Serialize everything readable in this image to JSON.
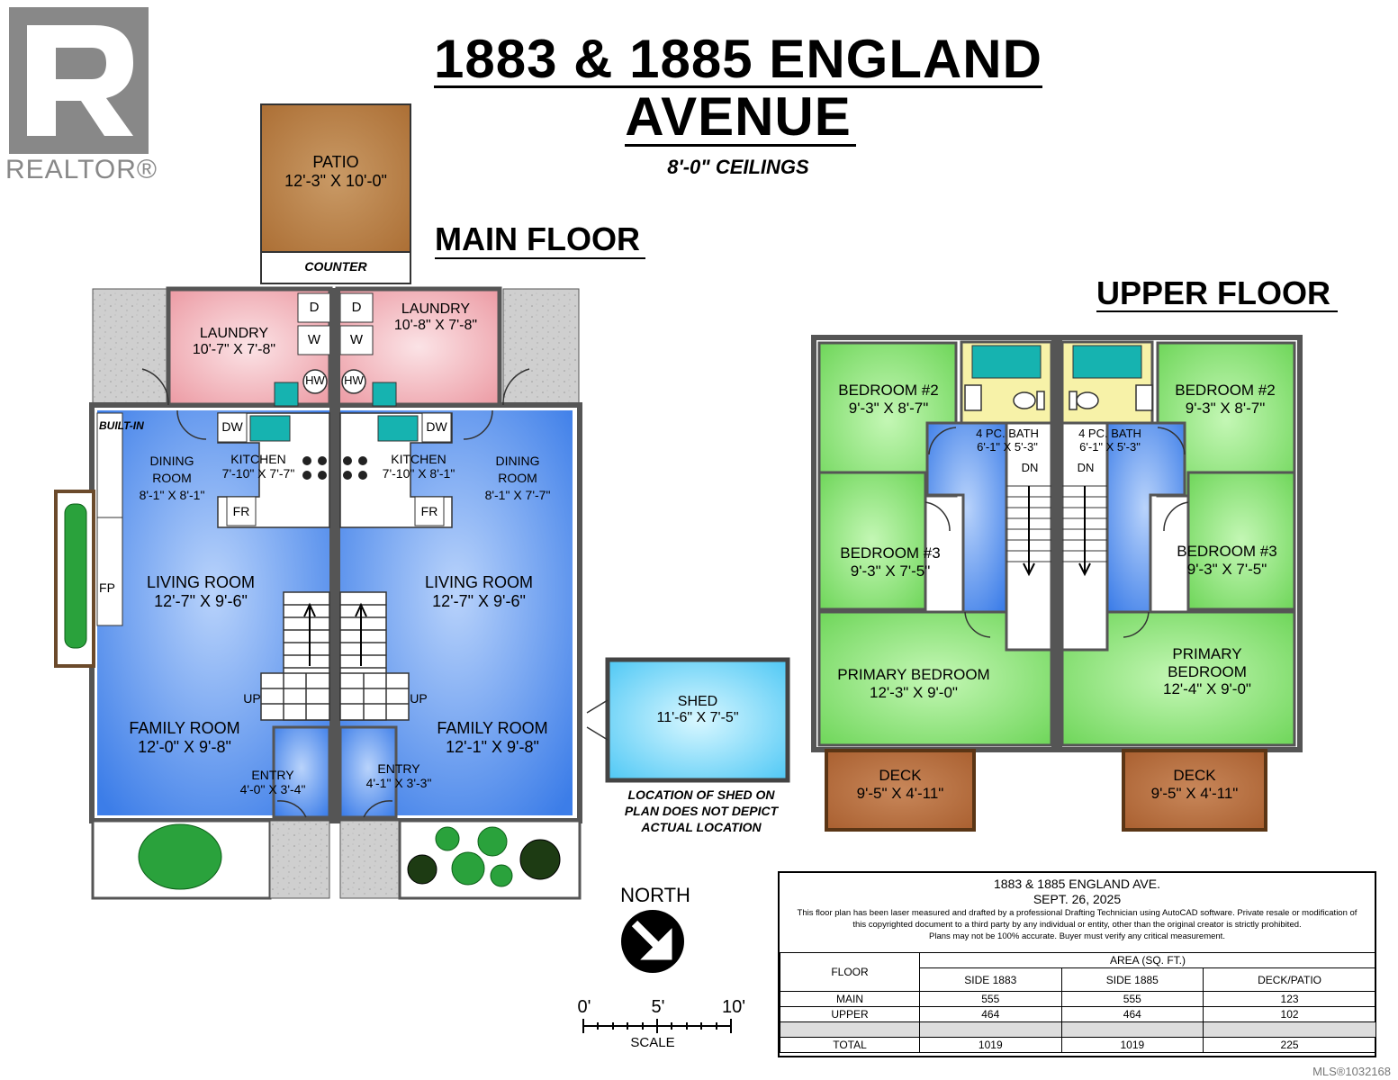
{
  "brand": {
    "name": "REALTOR®",
    "icon": "realtor-r-logo"
  },
  "title": {
    "line1": "1883 & 1885 ENGLAND",
    "line2": "AVENUE",
    "ceilings": "8'-0\" CEILINGS"
  },
  "floors": {
    "main": "MAIN FLOOR",
    "upper": "UPPER FLOOR"
  },
  "main_floor": {
    "patio": {
      "name": "PATIO",
      "dims": "12'-3\" X 10'-0\""
    },
    "counter": "COUNTER",
    "built_in": "BUILT-IN",
    "fireplace": "FP",
    "left": {
      "laundry": {
        "name": "LAUNDRY",
        "dims": "10'-7\" X 7'-8\""
      },
      "kitchen": {
        "name": "KITCHEN",
        "dims": "7'-10\" X 7'-7\""
      },
      "dining": {
        "name": "DINING",
        "name2": "ROOM",
        "dims": "8'-1\" X 8'-1\""
      },
      "living": {
        "name": "LIVING ROOM",
        "dims": "12'-7\" X 9'-6\""
      },
      "family": {
        "name": "FAMILY ROOM",
        "dims": "12'-0\" X 9'-8\""
      },
      "entry": {
        "name": "ENTRY",
        "dims": "4'-0\" X 3'-4\""
      },
      "up": "UP"
    },
    "right": {
      "laundry": {
        "name": "LAUNDRY",
        "dims": "10'-8\" X 7'-8\""
      },
      "kitchen": {
        "name": "KITCHEN",
        "dims": "7'-10\" X 8'-1\""
      },
      "dining": {
        "name": "DINING",
        "name2": "ROOM",
        "dims": "8'-1\" X 7'-7\""
      },
      "living": {
        "name": "LIVING ROOM",
        "dims": "12'-7\" X 9'-6\""
      },
      "family": {
        "name": "FAMILY ROOM",
        "dims": "12'-1\" X 9'-8\""
      },
      "entry": {
        "name": "ENTRY",
        "dims": "4'-1\" X 3'-3\""
      },
      "up": "UP"
    },
    "appliances": {
      "dryer": "D",
      "washer": "W",
      "hot_water": "HW",
      "dishwasher": "DW",
      "fridge": "FR"
    }
  },
  "shed": {
    "name": "SHED",
    "dims": "11'-6\" X 7'-5\"",
    "note": [
      "LOCATION OF SHED ON",
      "PLAN DOES NOT DEPICT",
      "ACTUAL LOCATION"
    ]
  },
  "upper_floor": {
    "left": {
      "bed2": {
        "name": "BEDROOM #2",
        "dims": "9'-3\" X 8'-7\""
      },
      "bed3": {
        "name": "BEDROOM #3",
        "dims": "9'-3\" X 7'-5\""
      },
      "bath": {
        "name": "4 PC. BATH",
        "dims": "6'-1\" X 5'-3\""
      },
      "primary": {
        "name": "PRIMARY BEDROOM",
        "dims": "12'-3\" X 9'-0\""
      },
      "deck": {
        "name": "DECK",
        "dims": "9'-5\" X 4'-11\""
      },
      "dn": "DN"
    },
    "right": {
      "bed2": {
        "name": "BEDROOM #2",
        "dims": "9'-3\" X 8'-7\""
      },
      "bed3": {
        "name": "BEDROOM #3",
        "dims": "9'-3\" X 7'-5\""
      },
      "bath": {
        "name": "4 PC. BATH",
        "dims": "6'-1\" X 5'-3\""
      },
      "primary": {
        "name": "PRIMARY",
        "name2": "BEDROOM",
        "dims": "12'-4\" X 9'-0\""
      },
      "deck": {
        "name": "DECK",
        "dims": "9'-5\" X 4'-11\""
      },
      "dn": "DN"
    }
  },
  "north": "NORTH",
  "scale": {
    "label": "SCALE",
    "ticks": [
      "0'",
      "5'",
      "10'"
    ]
  },
  "info": {
    "address": "1883 & 1885 ENGLAND AVE.",
    "date": "SEPT. 26, 2025",
    "disclaimer1": "This floor plan has been laser measured and drafted by a professional Drafting Technician using AutoCAD software. Private resale or modification of",
    "disclaimer2": "this copyrighted document to a third party by any individual or entity, other than the original creator is strictly prohibited.",
    "disclaimer3": "Plans may not be 100% accurate.  Buyer must verify any critical measurement.",
    "area_header": "AREA (SQ. FT.)",
    "col_floor": "FLOOR",
    "columns": [
      "SIDE 1883",
      "SIDE 1885",
      "DECK/PATIO"
    ],
    "rows": [
      {
        "floor": "MAIN",
        "values": [
          "555",
          "555",
          "123"
        ]
      },
      {
        "floor": "UPPER",
        "values": [
          "464",
          "464",
          "102"
        ]
      }
    ],
    "total": {
      "floor": "TOTAL",
      "values": [
        "1019",
        "1019",
        "225"
      ]
    }
  },
  "mls": "MLS®1032168",
  "colors": {
    "main_blue": "#4a87ec",
    "laundry_pink": "#f0a6ae",
    "bed_green": "#7ee06a",
    "patio_brown": "#b97f45",
    "deck_brown": "#b5683a",
    "bath_yellow": "#f7f2a8",
    "teal": "#16b3b0",
    "concrete": "#cfcfcf"
  }
}
